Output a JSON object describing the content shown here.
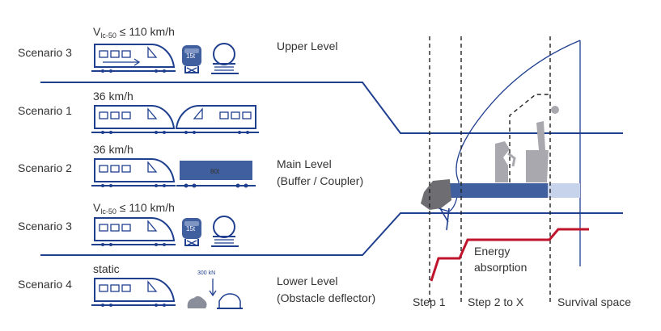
{
  "scenarios": {
    "s3_top": {
      "label": "Scenario 3",
      "speed_prefix": "V",
      "speed_sub": "lc-50",
      "speed_rest": " ≤ 110 km/h",
      "mass": "15t"
    },
    "s1": {
      "label": "Scenario 1",
      "speed": "36 km/h"
    },
    "s2": {
      "label": "Scenario 2",
      "speed": "36 km/h",
      "wagon_mass": "80t"
    },
    "s3_bottom": {
      "label": "Scenario 3",
      "speed_prefix": "V",
      "speed_sub": "lc-50",
      "speed_rest": " ≤ 110 km/h",
      "mass": "15t"
    },
    "s4": {
      "label": "Scenario 4",
      "speed": "static",
      "force": "300 kN"
    }
  },
  "levels": {
    "upper": "Upper Level",
    "main_1": "Main Level",
    "main_2": "(Buffer / Coupler)",
    "lower_1": "Lower Level",
    "lower_2": "(Obstacle deflector)"
  },
  "right": {
    "energy_1": "Energy",
    "energy_2": "absorption",
    "step1": "Step 1",
    "step2": "Step 2 to X",
    "survival": "Survival space"
  },
  "colors": {
    "line_blue": "#1f3f8f",
    "block_blue": "#3f5f9f",
    "light_blue": "#c7d3ea",
    "seat_gray": "#a8a8ae",
    "dark_gray": "#6e6e72",
    "curve_red": "#c0142c"
  }
}
